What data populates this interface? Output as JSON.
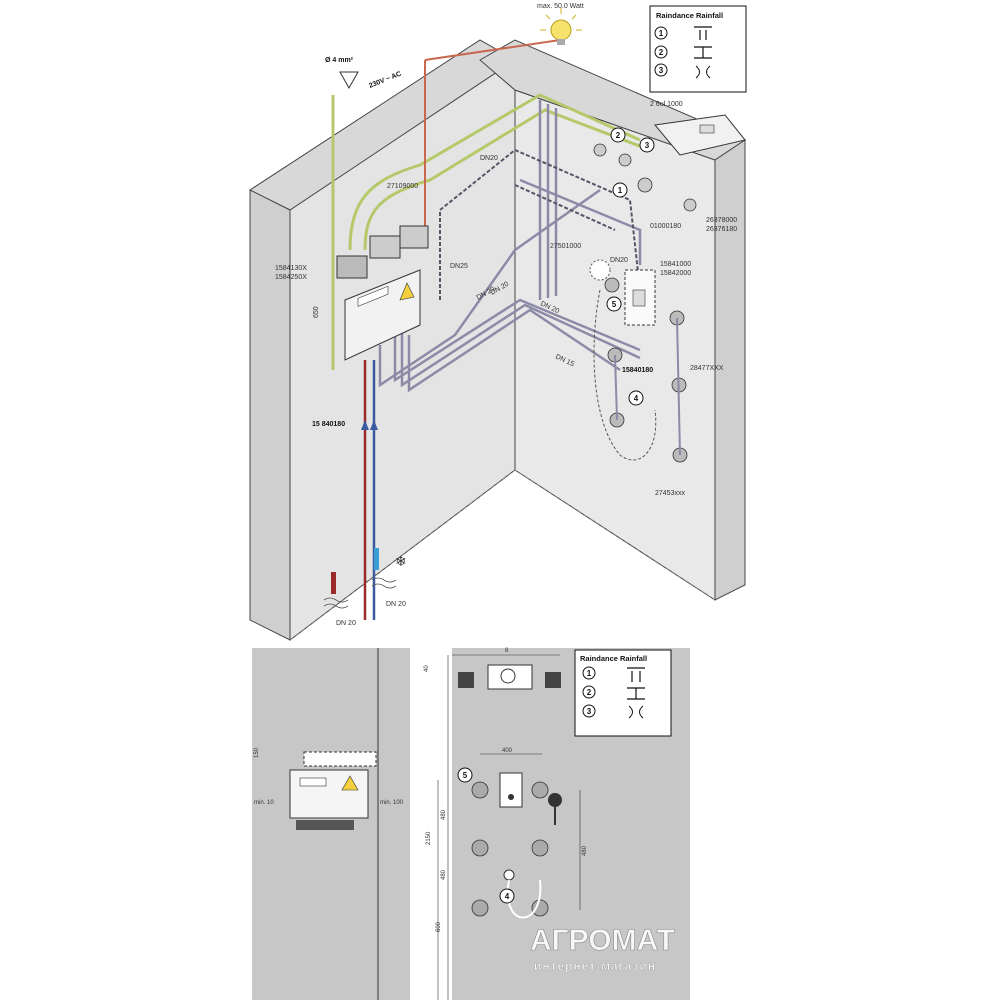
{
  "top_view": {
    "lamp_label": "max. 50.0 Watt",
    "ground_label": "Ø 4 mm²",
    "voltage_label": "230V ~ AC",
    "wall_label": "2 6ul 1000",
    "labels": {
      "box_codes": "27109000",
      "module_codes_a": "1584130X",
      "module_codes_b": "1584250X",
      "dim_650": "650",
      "module_part": "15 840180",
      "dn20_a": "DN20",
      "dn25": "DN25",
      "dn20_b": "DN 20",
      "dn20_c": "DN 20",
      "dn20_d": "DN 20",
      "dn15": "DN 15",
      "dn20_right": "DN20",
      "hose_code": "27501000",
      "ctrl_codes_a": "15841000",
      "ctrl_codes_b": "15842000",
      "ctrl_part": "15840180",
      "valve_code": "01000180",
      "nozzle_code": "28477XXX",
      "handshower_code": "27453xxx",
      "rain_code_a": "26378000",
      "rain_code_b": "26376180",
      "hot_dn": "DN 20",
      "cold_dn": "DN 20"
    },
    "legend": {
      "title": "Raindance Rainfall",
      "items": [
        "1",
        "2",
        "3"
      ]
    },
    "callouts": [
      "1",
      "2",
      "3",
      "4",
      "5"
    ]
  },
  "install_view": {
    "dims": [
      "150",
      "min. 10",
      "min. 100"
    ]
  },
  "front_view": {
    "legend": {
      "title": "Raindance Rainfall",
      "items": [
        "1",
        "2",
        "3"
      ]
    },
    "dims": [
      "8",
      "40",
      "400",
      "2150",
      "480",
      "480",
      "600",
      "480"
    ],
    "callouts": [
      "5",
      "4"
    ]
  },
  "watermark": {
    "brand": "АГРОМАТ",
    "tagline": "интернет-магазин"
  },
  "colors": {
    "background": "#ffffff",
    "wall": "#e3e3e3",
    "wall_dark": "#cfcfcf",
    "pipe_grey": "#8c8aa6",
    "pipe_dark": "#555566",
    "green_cable": "#b5c96a",
    "red_cable": "#c8684e",
    "hot": "#9a2a2a",
    "cold": "#3b5aa0",
    "panel_grey": "#c7c7c7"
  }
}
